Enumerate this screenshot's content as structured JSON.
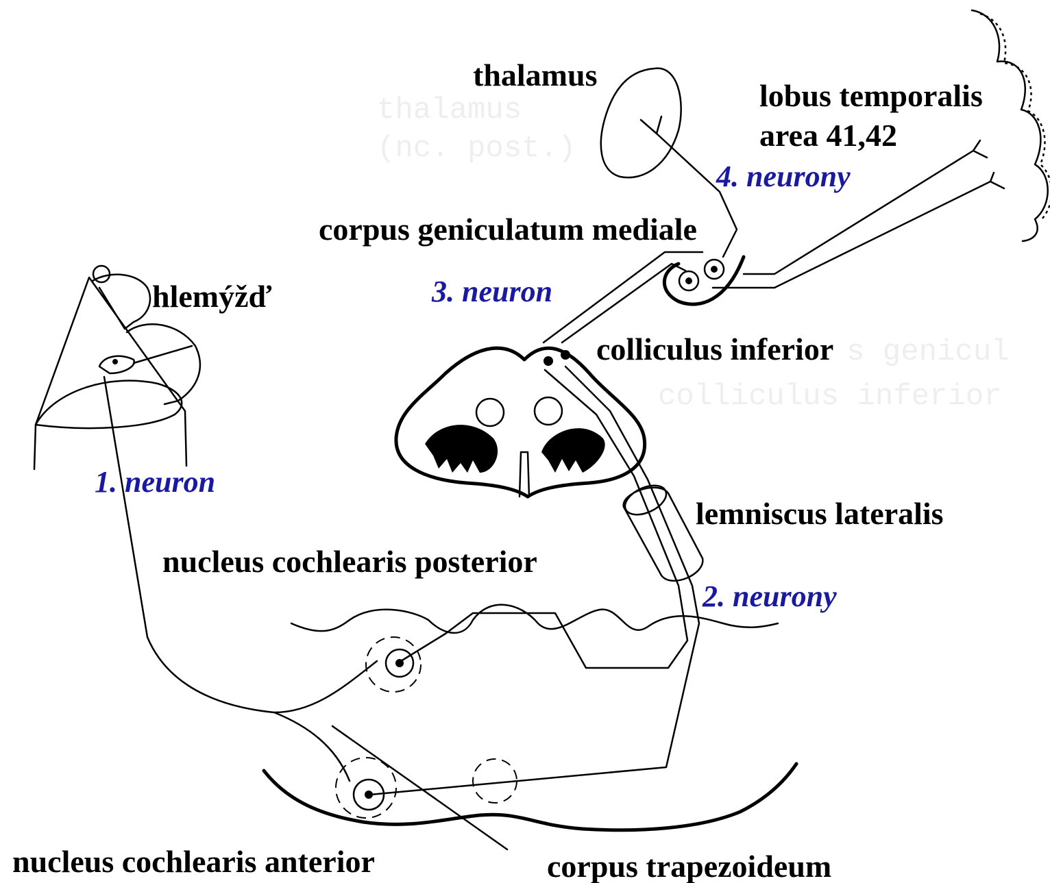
{
  "labels": {
    "thalamus": "thalamus",
    "lobus_temporalis": "lobus temporalis",
    "area": "area 41,42",
    "neurony_4": "4. neurony",
    "corpus_geniculatum": "corpus geniculatum mediale",
    "neuron_3": "3. neuron",
    "hlemyzd": "hlemýžď",
    "colliculus": "colliculus inferior",
    "neuron_1": "1. neuron",
    "lemniscus": "lemniscus lateralis",
    "ncp": "nucleus cochlearis posterior",
    "neurony_2": "2. neurony",
    "nca": "nucleus cochlearis anterior",
    "trapezoideum": "corpus trapezoideum"
  },
  "colors": {
    "text": "#000000",
    "neuron_text": "#1a1aa0",
    "line": "#000000",
    "background": "#ffffff"
  }
}
